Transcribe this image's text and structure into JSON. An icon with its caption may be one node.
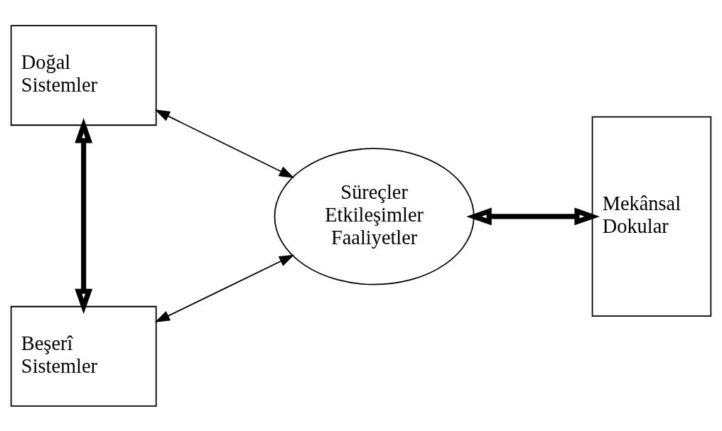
{
  "diagram": {
    "nodes": [
      {
        "text": [
          "Doğal Sistemler"
        ]
      },
      {
        "text": [
          "Beşerî Sistemler"
        ]
      },
      {
        "text": [
          "Süreçler Etkileşimler Faaliyetler"
        ]
      },
      {
        "text": [
          "Mekânsal Dokular"
        ]
      }
    ],
    "edges": [
      {
        "from": 0,
        "to": 2,
        "arrow": "both"
      },
      {
        "from": 0,
        "to": 1,
        "arrow": "both",
        "style": "thick"
      },
      {
        "from": 1,
        "to": 2,
        "arrow": "both"
      },
      {
        "from": 2,
        "to": 3,
        "arrow": "both",
        "style": "thick"
      }
    ]
  }
}
